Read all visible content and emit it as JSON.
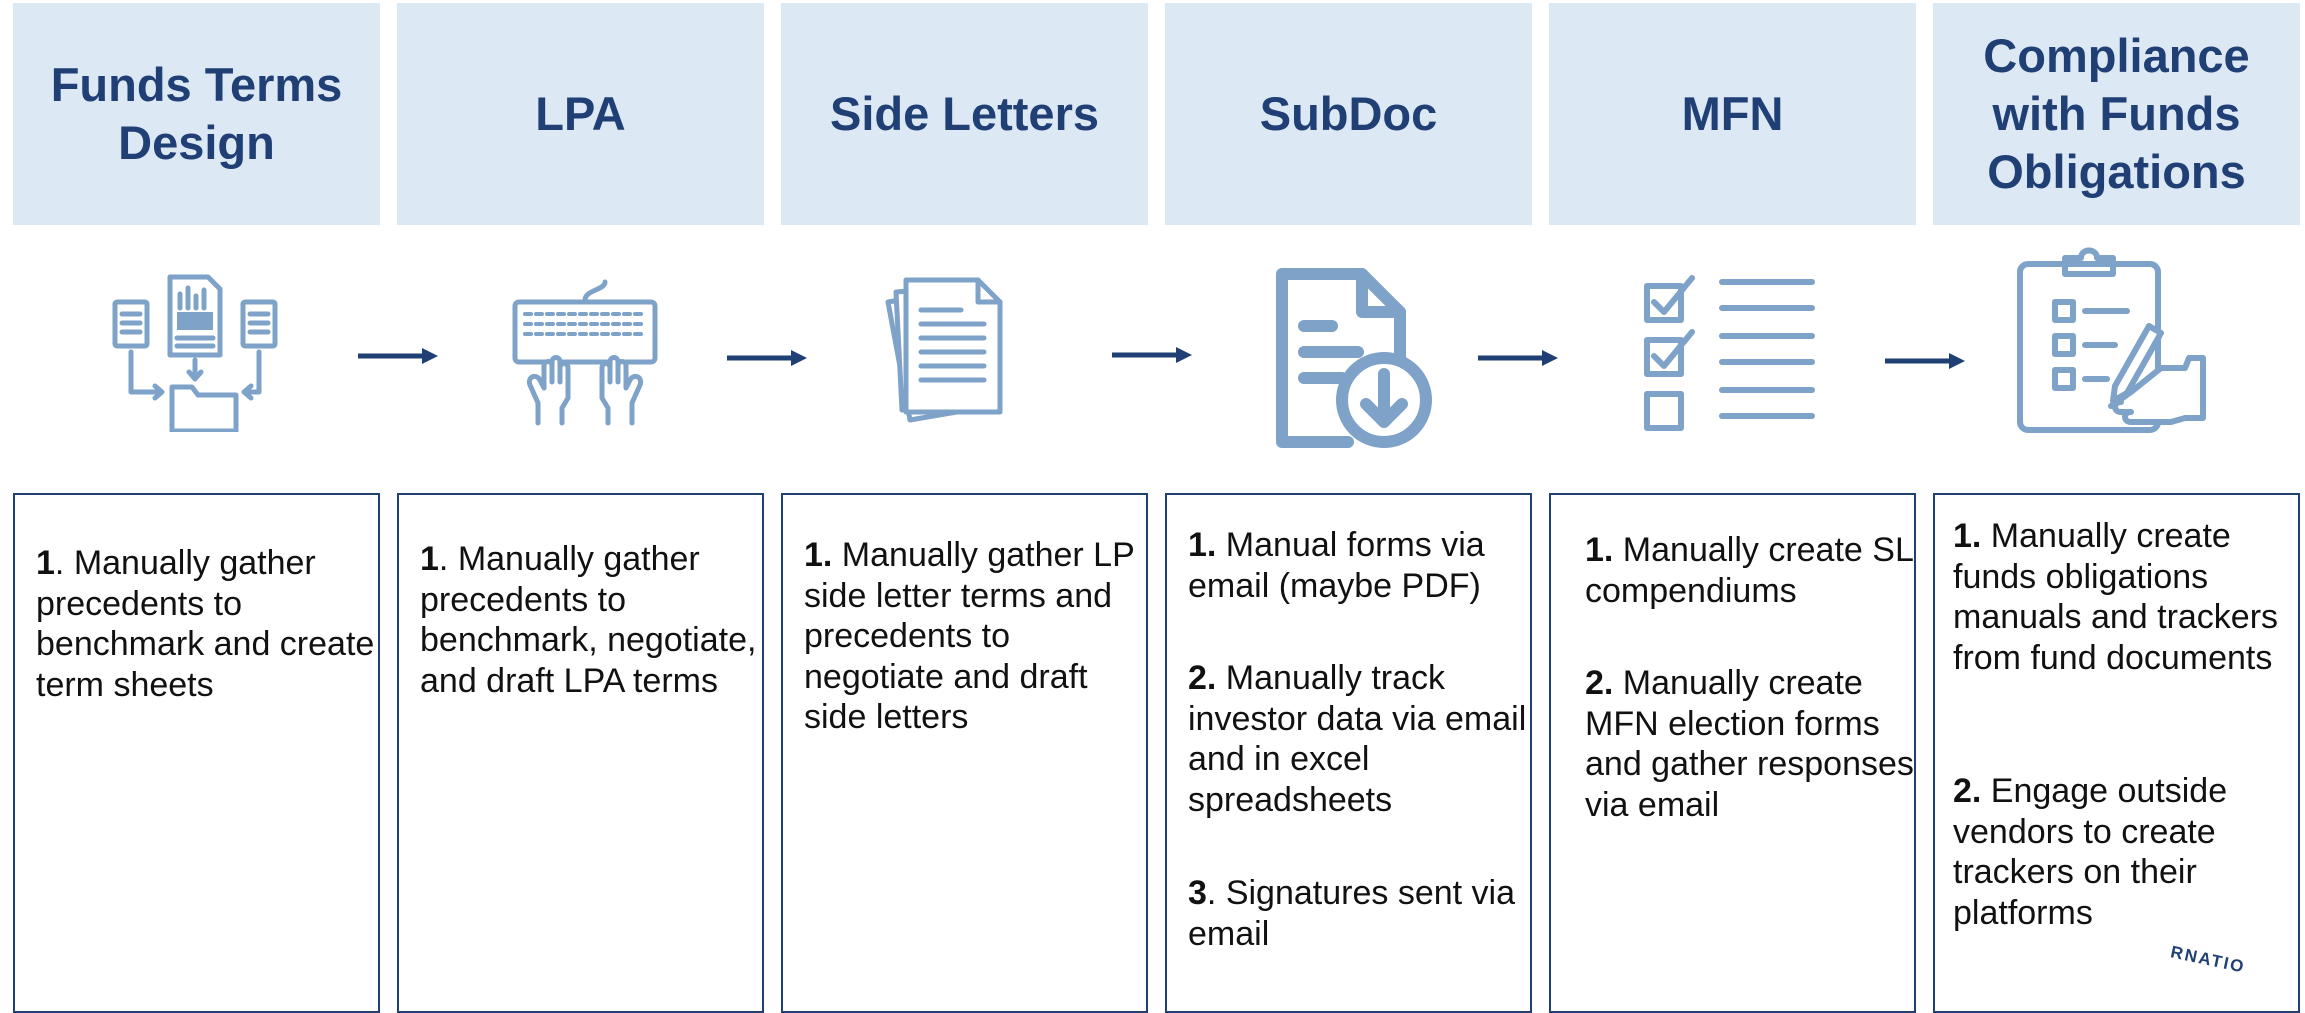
{
  "colors": {
    "header_bg": "#dde8f5",
    "header_text": "#1f3f75",
    "icon": "#7ea2c8",
    "arrow": "#1f3f75",
    "box_border": "#1f3f75"
  },
  "stages": [
    {
      "title": "Funds Terms Design",
      "icon": "documents-to-folder-icon",
      "items": [
        {
          "num": "1",
          "sep": ".",
          "text": " Manually gather precedents to benchmark and create term sheets"
        }
      ]
    },
    {
      "title": "LPA",
      "icon": "keyboard-typing-icon",
      "items": [
        {
          "num": "1",
          "sep": ".",
          "text": " Manually gather precedents to benchmark, negotiate, and draft LPA terms"
        }
      ]
    },
    {
      "title": "Side Letters",
      "icon": "document-stack-icon",
      "items": [
        {
          "num": "1.",
          "sep": "",
          "text": " Manually gather LP side letter terms and precedents to negotiate and draft side letters"
        }
      ]
    },
    {
      "title": "SubDoc",
      "icon": "document-download-icon",
      "items": [
        {
          "num": "1.",
          "sep": "",
          "text": " Manual forms via email (maybe PDF)"
        },
        {
          "num": "2.",
          "sep": "",
          "text": " Manually track investor data via email and in excel spreadsheets"
        },
        {
          "num": "3",
          "sep": ".",
          "text": " Signatures sent via email"
        }
      ]
    },
    {
      "title": "MFN",
      "icon": "checklist-icon",
      "items": [
        {
          "num": "1.",
          "sep": "",
          "text": " Manually create SL compendiums"
        },
        {
          "num": "2.",
          "sep": "",
          "text": " Manually create MFN election forms and gather responses via email"
        }
      ]
    },
    {
      "title": "Compliance with Funds Obligations",
      "icon": "clipboard-signing-icon",
      "items": [
        {
          "num": "1.",
          "sep": "",
          "text": " Manually create funds obligations manuals and trackers from fund documents"
        },
        {
          "num": "2.",
          "sep": "",
          "text": " Engage outside vendors to create trackers on their platforms"
        }
      ]
    }
  ],
  "seal_text": "RNATIO"
}
